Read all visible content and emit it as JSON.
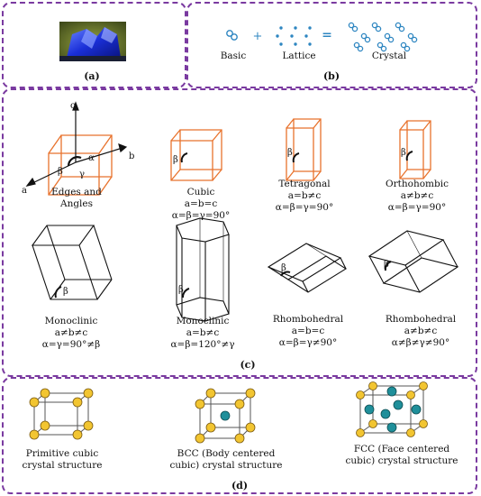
{
  "panels": {
    "a": {
      "label": "(a)"
    },
    "b": {
      "label": "(b)",
      "basic": "Basic",
      "plus": "+",
      "lattice": "Lattice",
      "equals": "=",
      "crystal": "Crystal"
    },
    "c": {
      "label": "(c)"
    },
    "d": {
      "label": "(d)"
    }
  },
  "axes": {
    "a": "a",
    "b": "b",
    "c": "c",
    "alpha": "α",
    "beta": "β",
    "gamma": "γ"
  },
  "systems": [
    {
      "name": "Edges and",
      "line2": "Angles",
      "line3": ""
    },
    {
      "name": "Cubic",
      "line2": "a=b=c",
      "line3": "α=β=γ=90°"
    },
    {
      "name": "Tetragonal",
      "line2": "a=b≠c",
      "line3": "α=β=γ=90°"
    },
    {
      "name": "Orthohombic",
      "line2": "a≠b≠c",
      "line3": "α=β=γ=90°"
    },
    {
      "name": "Monoclinic",
      "line2": "a≠b≠c",
      "line3": "α=γ=90°≠β"
    },
    {
      "name": "Monoclinic",
      "line2": "a=b≠c",
      "line3": "α=β=120°≠γ"
    },
    {
      "name": "Rhombohedral",
      "line2": "a=b=c",
      "line3": "α=β=γ≠90°"
    },
    {
      "name": "Rhombohedral",
      "line2": "a≠b≠c",
      "line3": "α≠β≠γ≠90°"
    }
  ],
  "beta_symbol": "β",
  "structures": [
    {
      "line1": "Primitive cubic",
      "line2": "crystal structure"
    },
    {
      "line1": "BCC (Body centered",
      "line2": "cubic) crystal structure"
    },
    {
      "line1": "FCC (Face centered",
      "line2": "cubic) crystal structure"
    }
  ],
  "colors": {
    "frame": "#7a3aa0",
    "orange": "#e8722c",
    "atom": "#f2c531",
    "center": "#1f8f9a",
    "dots": "#2e86c1"
  }
}
